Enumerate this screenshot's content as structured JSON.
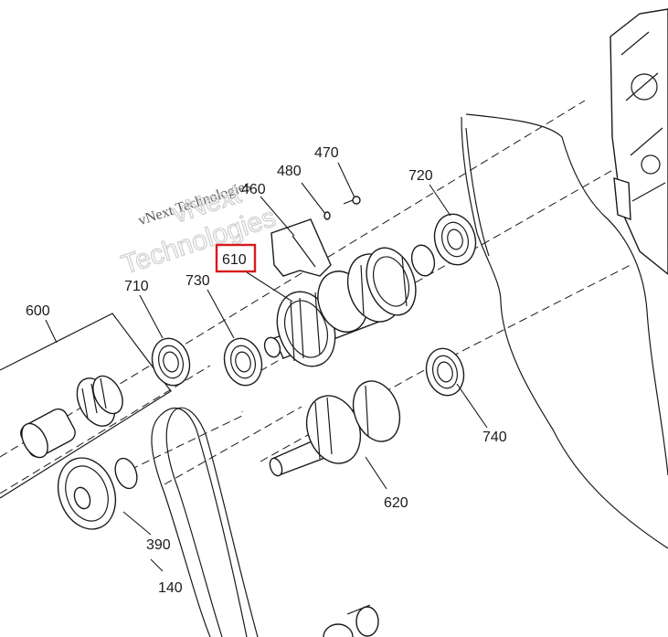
{
  "callouts": {
    "c470": "470",
    "c480": "480",
    "c460": "460",
    "c720": "720",
    "c610": "610",
    "c710": "710",
    "c730": "730",
    "c600": "600",
    "c740": "740",
    "c620": "620",
    "c390": "390",
    "c140": "140"
  },
  "highlighted_callout": "610",
  "watermark": {
    "line1": "vNext Technologies",
    "line2": "vNext",
    "line3": "Technologies"
  },
  "colors": {
    "highlight_box": "#d8191c",
    "line_art": "#1a1a1a"
  }
}
